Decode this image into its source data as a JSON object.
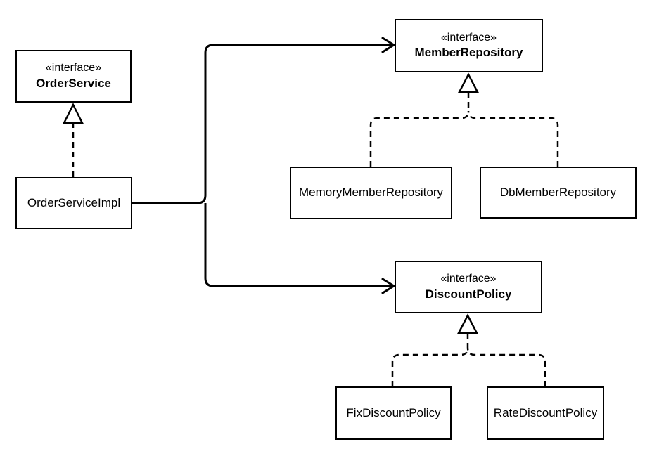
{
  "diagram": {
    "type": "uml-class-diagram",
    "colors": {
      "background": "#ffffff",
      "stroke": "#000000",
      "node_fill": "#ffffff",
      "text": "#000000"
    },
    "nodes": {
      "order_service": {
        "kind": "interface",
        "stereotype": "«interface»",
        "name": "OrderService"
      },
      "order_service_impl": {
        "kind": "class",
        "name": "OrderServiceImpl"
      },
      "member_repository": {
        "kind": "interface",
        "stereotype": "«interface»",
        "name": "MemberRepository"
      },
      "memory_member_repository": {
        "kind": "class",
        "name": "MemoryMemberRepository"
      },
      "db_member_repository": {
        "kind": "class",
        "name": "DbMemberRepository"
      },
      "discount_policy": {
        "kind": "interface",
        "stereotype": "«interface»",
        "name": "DiscountPolicy"
      },
      "fix_discount_policy": {
        "kind": "class",
        "name": "FixDiscountPolicy"
      },
      "rate_discount_policy": {
        "kind": "class",
        "name": "RateDiscountPolicy"
      }
    },
    "relationships": [
      {
        "from": "OrderServiceImpl",
        "to": "OrderService",
        "type": "realization",
        "line": "dashed",
        "arrowhead": "hollow-triangle"
      },
      {
        "from": "OrderServiceImpl",
        "to": "MemberRepository",
        "type": "dependency",
        "line": "solid",
        "arrowhead": "open"
      },
      {
        "from": "OrderServiceImpl",
        "to": "DiscountPolicy",
        "type": "dependency",
        "line": "solid",
        "arrowhead": "open"
      },
      {
        "from": "MemoryMemberRepository",
        "to": "MemberRepository",
        "type": "realization",
        "line": "dashed",
        "arrowhead": "hollow-triangle"
      },
      {
        "from": "DbMemberRepository",
        "to": "MemberRepository",
        "type": "realization",
        "line": "dashed",
        "arrowhead": "hollow-triangle"
      },
      {
        "from": "FixDiscountPolicy",
        "to": "DiscountPolicy",
        "type": "realization",
        "line": "dashed",
        "arrowhead": "hollow-triangle"
      },
      {
        "from": "RateDiscountPolicy",
        "to": "DiscountPolicy",
        "type": "realization",
        "line": "dashed",
        "arrowhead": "hollow-triangle"
      }
    ]
  }
}
